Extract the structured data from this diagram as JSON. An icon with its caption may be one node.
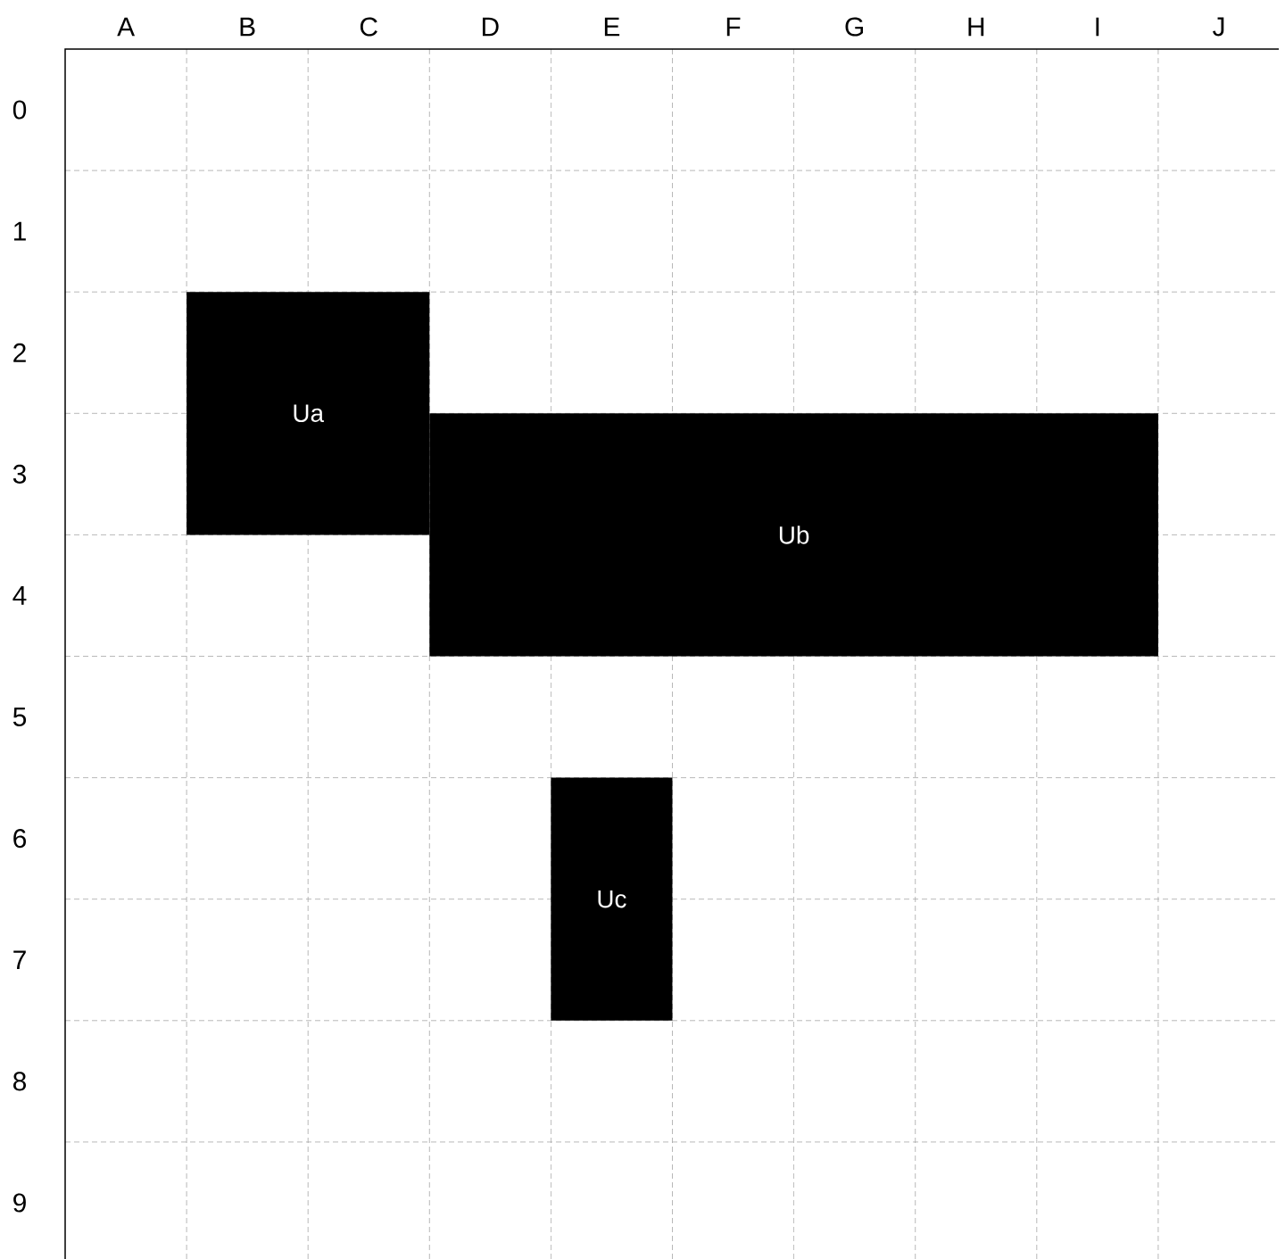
{
  "diagram": {
    "nodes": [
      {
        "text": [
          "Ua"
        ]
      },
      {
        "text": [
          "Ub"
        ]
      },
      {
        "text": [
          "Uc"
        ]
      }
    ],
    "labels": [
      "A",
      "B",
      "C",
      "D",
      "E",
      "F",
      "G",
      "H",
      "I",
      "J",
      "0",
      "1",
      "2",
      "3",
      "4",
      "5",
      "6",
      "7",
      "8",
      "9"
    ]
  }
}
